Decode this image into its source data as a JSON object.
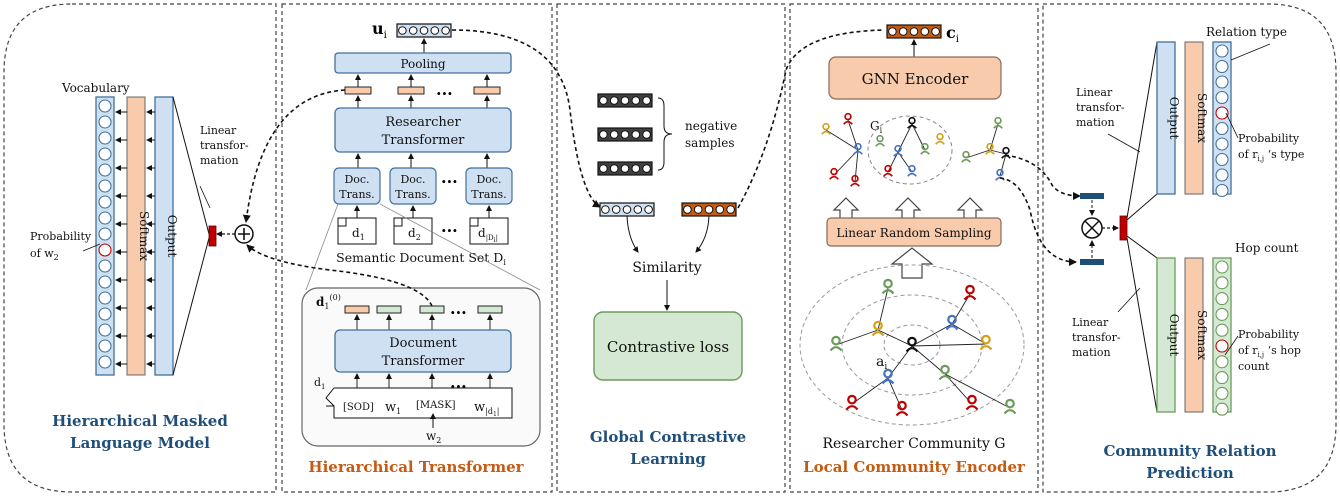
{
  "colors": {
    "blue_fill": "#cfe0f2",
    "blue_stroke": "#41719c",
    "orange_fill": "#f8cbad",
    "green_fill": "#d5e8d4",
    "green_stroke": "#6b9b5a",
    "dark_orange": "#c55a11",
    "dark_blue_bar": "#1f4e79",
    "red_bar": "#c00000",
    "title_blue": "#1f4e79",
    "title_orange": "#c55a11"
  },
  "panels": {
    "mlm": {
      "title_line1": "Hierarchical Masked",
      "title_line2": "Language Model",
      "vocabulary": "Vocabulary",
      "softmax": "Softmax",
      "output": "Output",
      "linear_line1": "Linear",
      "linear_line2": "transfor-",
      "linear_line3": "mation",
      "prob_line1": "Probability",
      "prob_line2": "of w",
      "prob_sub": "2"
    },
    "transformer": {
      "title": "Hierarchical Transformer",
      "u_label": "u",
      "u_sub": "i",
      "pooling": "Pooling",
      "researcher_line1": "Researcher",
      "researcher_line2": "Transformer",
      "doc_line1": "Doc.",
      "doc_line2": "Trans.",
      "ellipsis": "...",
      "d1": "d",
      "d1_sub": "1",
      "d2": "d",
      "d2_sub": "2",
      "dD": "d",
      "dD_sub": "|D",
      "dD_subsub": "i",
      "dD_end": "|",
      "semantic_set": "Semantic Document Set D",
      "semantic_set_sub": "i",
      "d1_0": "d",
      "d1_0_sub": "1",
      "d1_0_sup": "(0)",
      "document_line1": "Document",
      "document_line2": "Transformer",
      "sod": "[SOD]",
      "w1": "w",
      "w1_sub": "1",
      "mask": "[MASK]",
      "wd": "w",
      "wd_sub": "|d",
      "wd_subsub": "1",
      "wd_end": "|",
      "w2": "w",
      "w2_sub": "2",
      "d1_doc": "d",
      "d1_doc_sub": "1"
    },
    "contrastive": {
      "title_line1": "Global Contrastive",
      "title_line2": "Learning",
      "negative_line1": "negative",
      "negative_line2": "samples",
      "similarity": "Similarity",
      "loss": "Contrastive loss"
    },
    "community": {
      "title": "Local Community Encoder",
      "c_label": "c",
      "c_sub": "i",
      "gnn": "GNN Encoder",
      "g_label": "G",
      "g_sub": "i",
      "sampling": "Linear Random Sampling",
      "a_label": "a",
      "a_sub": "i",
      "researcher_community": "Researcher Community G"
    },
    "relation": {
      "title_line1": "Community Relation",
      "title_line2": "Prediction",
      "relation_type": "Relation type",
      "hop_count": "Hop count",
      "output": "Output",
      "softmax": "Softmax",
      "linear_line1": "Linear",
      "linear_line2": "transfor-",
      "linear_line3": "mation",
      "prob_type_line1": "Probability",
      "prob_type_line2a": "of r",
      "prob_type_sub": "i,j",
      "prob_type_line2b": " ‘s type",
      "prob_hop_line1": "Probability",
      "prob_hop_line2a": "of r",
      "prob_hop_sub": "i,j",
      "prob_hop_line2b": " ‘s hop",
      "prob_hop_line3": "count"
    }
  }
}
